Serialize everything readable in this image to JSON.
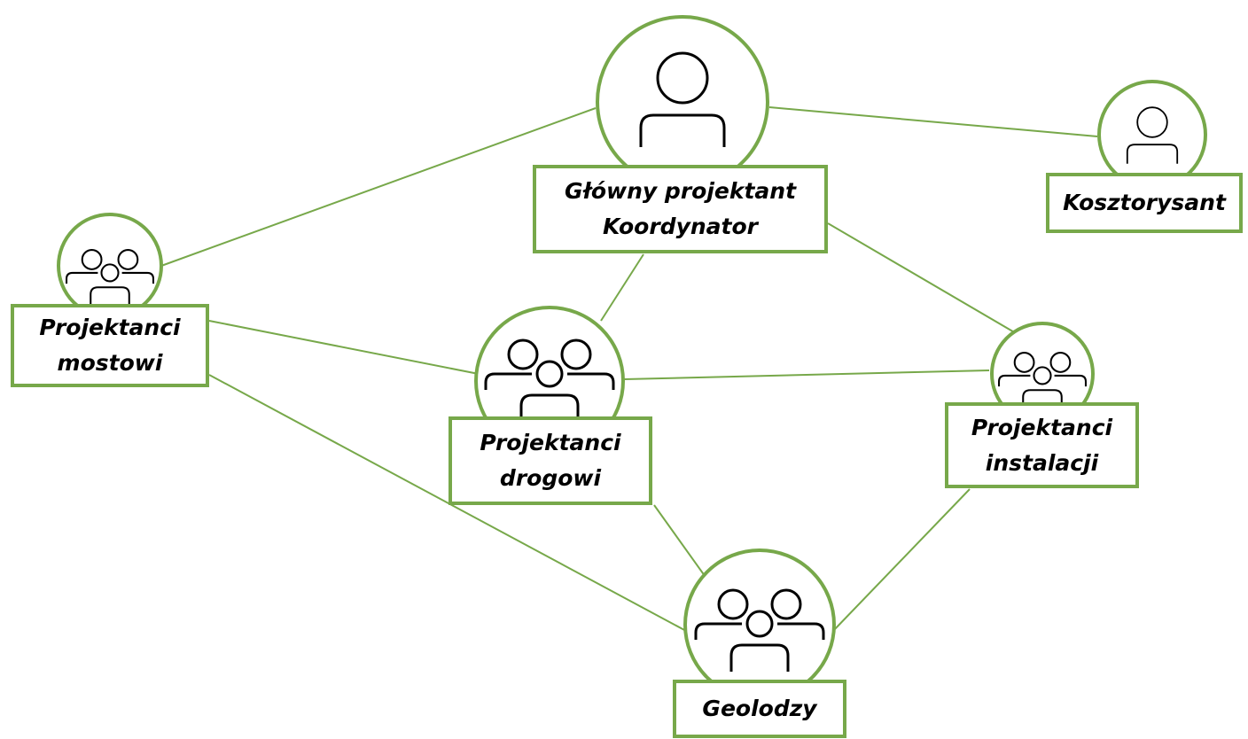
{
  "colors": {
    "accent": "#77a84a",
    "icon_stroke": "#000000",
    "background": "#ffffff"
  },
  "nodes": {
    "coordinator": {
      "line1": "Główny projektant",
      "line2": "Koordynator",
      "icon": "person-icon"
    },
    "estimator": {
      "line1": "Kosztorysant",
      "icon": "person-icon"
    },
    "bridge": {
      "line1": "Projektanci",
      "line2": "mostowi",
      "icon": "group-icon"
    },
    "road": {
      "line1": "Projektanci",
      "line2": "drogowi",
      "icon": "group-icon"
    },
    "installation": {
      "line1": "Projektanci",
      "line2": "instalacji",
      "icon": "group-icon"
    },
    "geology": {
      "line1": "Geolodzy",
      "icon": "group-icon"
    }
  },
  "connections": [
    {
      "from": "coordinator",
      "to": "estimator"
    },
    {
      "from": "coordinator",
      "to": "bridge"
    },
    {
      "from": "coordinator",
      "to": "road"
    },
    {
      "from": "coordinator",
      "to": "installation"
    },
    {
      "from": "bridge",
      "to": "road"
    },
    {
      "from": "bridge",
      "to": "geology"
    },
    {
      "from": "road",
      "to": "installation"
    },
    {
      "from": "road",
      "to": "geology"
    },
    {
      "from": "installation",
      "to": "geology"
    }
  ]
}
